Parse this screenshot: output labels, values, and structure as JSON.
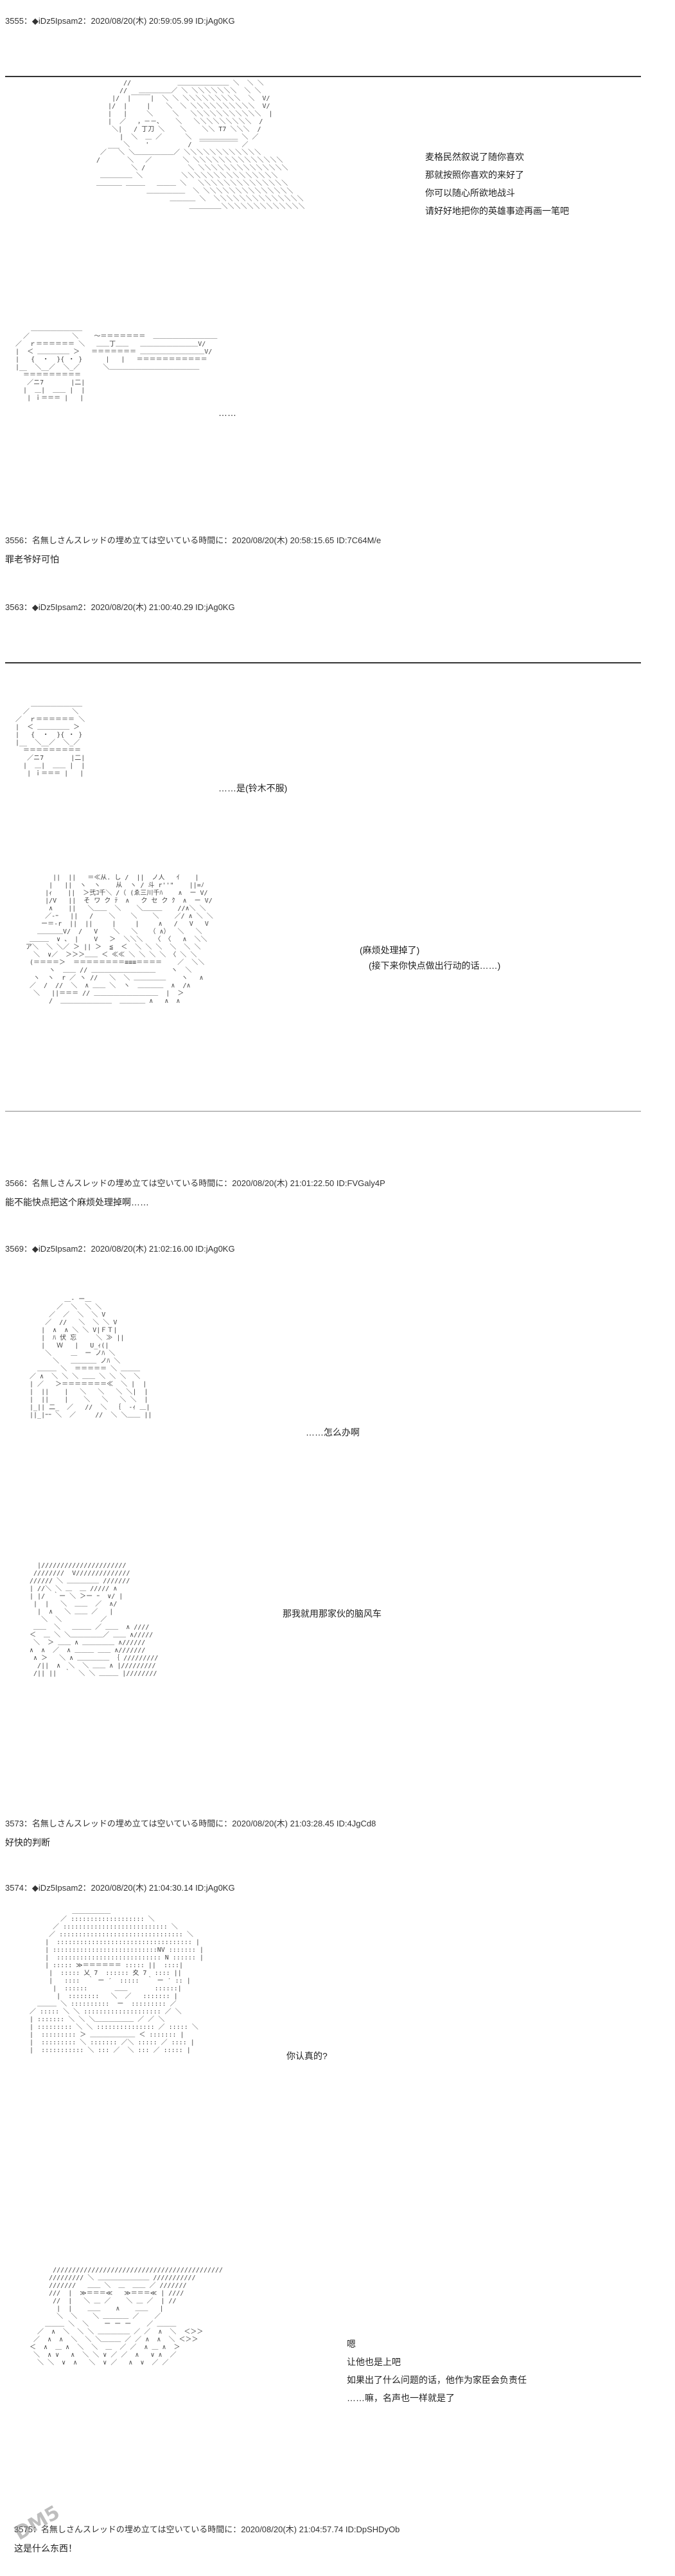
{
  "posts": [
    {
      "header": "3555：◆iDz5Ipsam2：2020/08/20(木) 20:59:05.99 ID:jAg0KG"
    },
    {
      "header": "3556：名無しさんスレッドの埋め立ては空いている時間に：2020/08/20(木) 20:58:15.65 ID:7C64M/e",
      "body": "罪老爷好可怕"
    },
    {
      "header": "3563：◆iDz5Ipsam2：2020/08/20(木) 21:00:40.29 ID:jAg0KG"
    },
    {
      "header": "3566：名無しさんスレッドの埋め立ては空いている時間に：2020/08/20(木) 21:01:22.50 ID:FVGaly4P",
      "body": "能不能快点把这个麻烦处理掉啊……"
    },
    {
      "header": "3569：◆iDz5Ipsam2：2020/08/20(木) 21:02:16.00 ID:jAg0KG"
    },
    {
      "header": "3573：名無しさんスレッドの埋め立ては空いている時間に：2020/08/20(木) 21:03:28.45 ID:4JgCd8",
      "body": "好快的判断"
    },
    {
      "header": "3574：◆iDz5Ipsam2：2020/08/20(木) 21:04:30.14 ID:jAg0KG"
    },
    {
      "header": "3575：名無しさんスレッドの埋め立ては空いている時間に：2020/08/20(木) 21:04:57.74 ID:DpSHDyOb",
      "body": "这是什么东西！"
    }
  ],
  "speech": {
    "s1": [
      "麦格民然叙说了随你喜欢",
      "那就按照你喜欢的来好了",
      "你可以随心所欲地战斗",
      "请好好地把你的英雄事迹再画一笔吧"
    ],
    "s2": "……",
    "s3": "……是(铃木不服)",
    "s4": [
      "(麻烦处理掉了)",
      "(接下来你快点做出行动的话……)"
    ],
    "s5": "……怎么办啊",
    "s6": "那我就用那家伙的脑风车",
    "s7": "你认真的?",
    "s8": [
      "嗯",
      "让他也是上吧",
      "如果出了什么问题的话，他作为家臣会负责任",
      "……嘛，名声也一样就是了"
    ]
  },
  "watermark": "DM5"
}
